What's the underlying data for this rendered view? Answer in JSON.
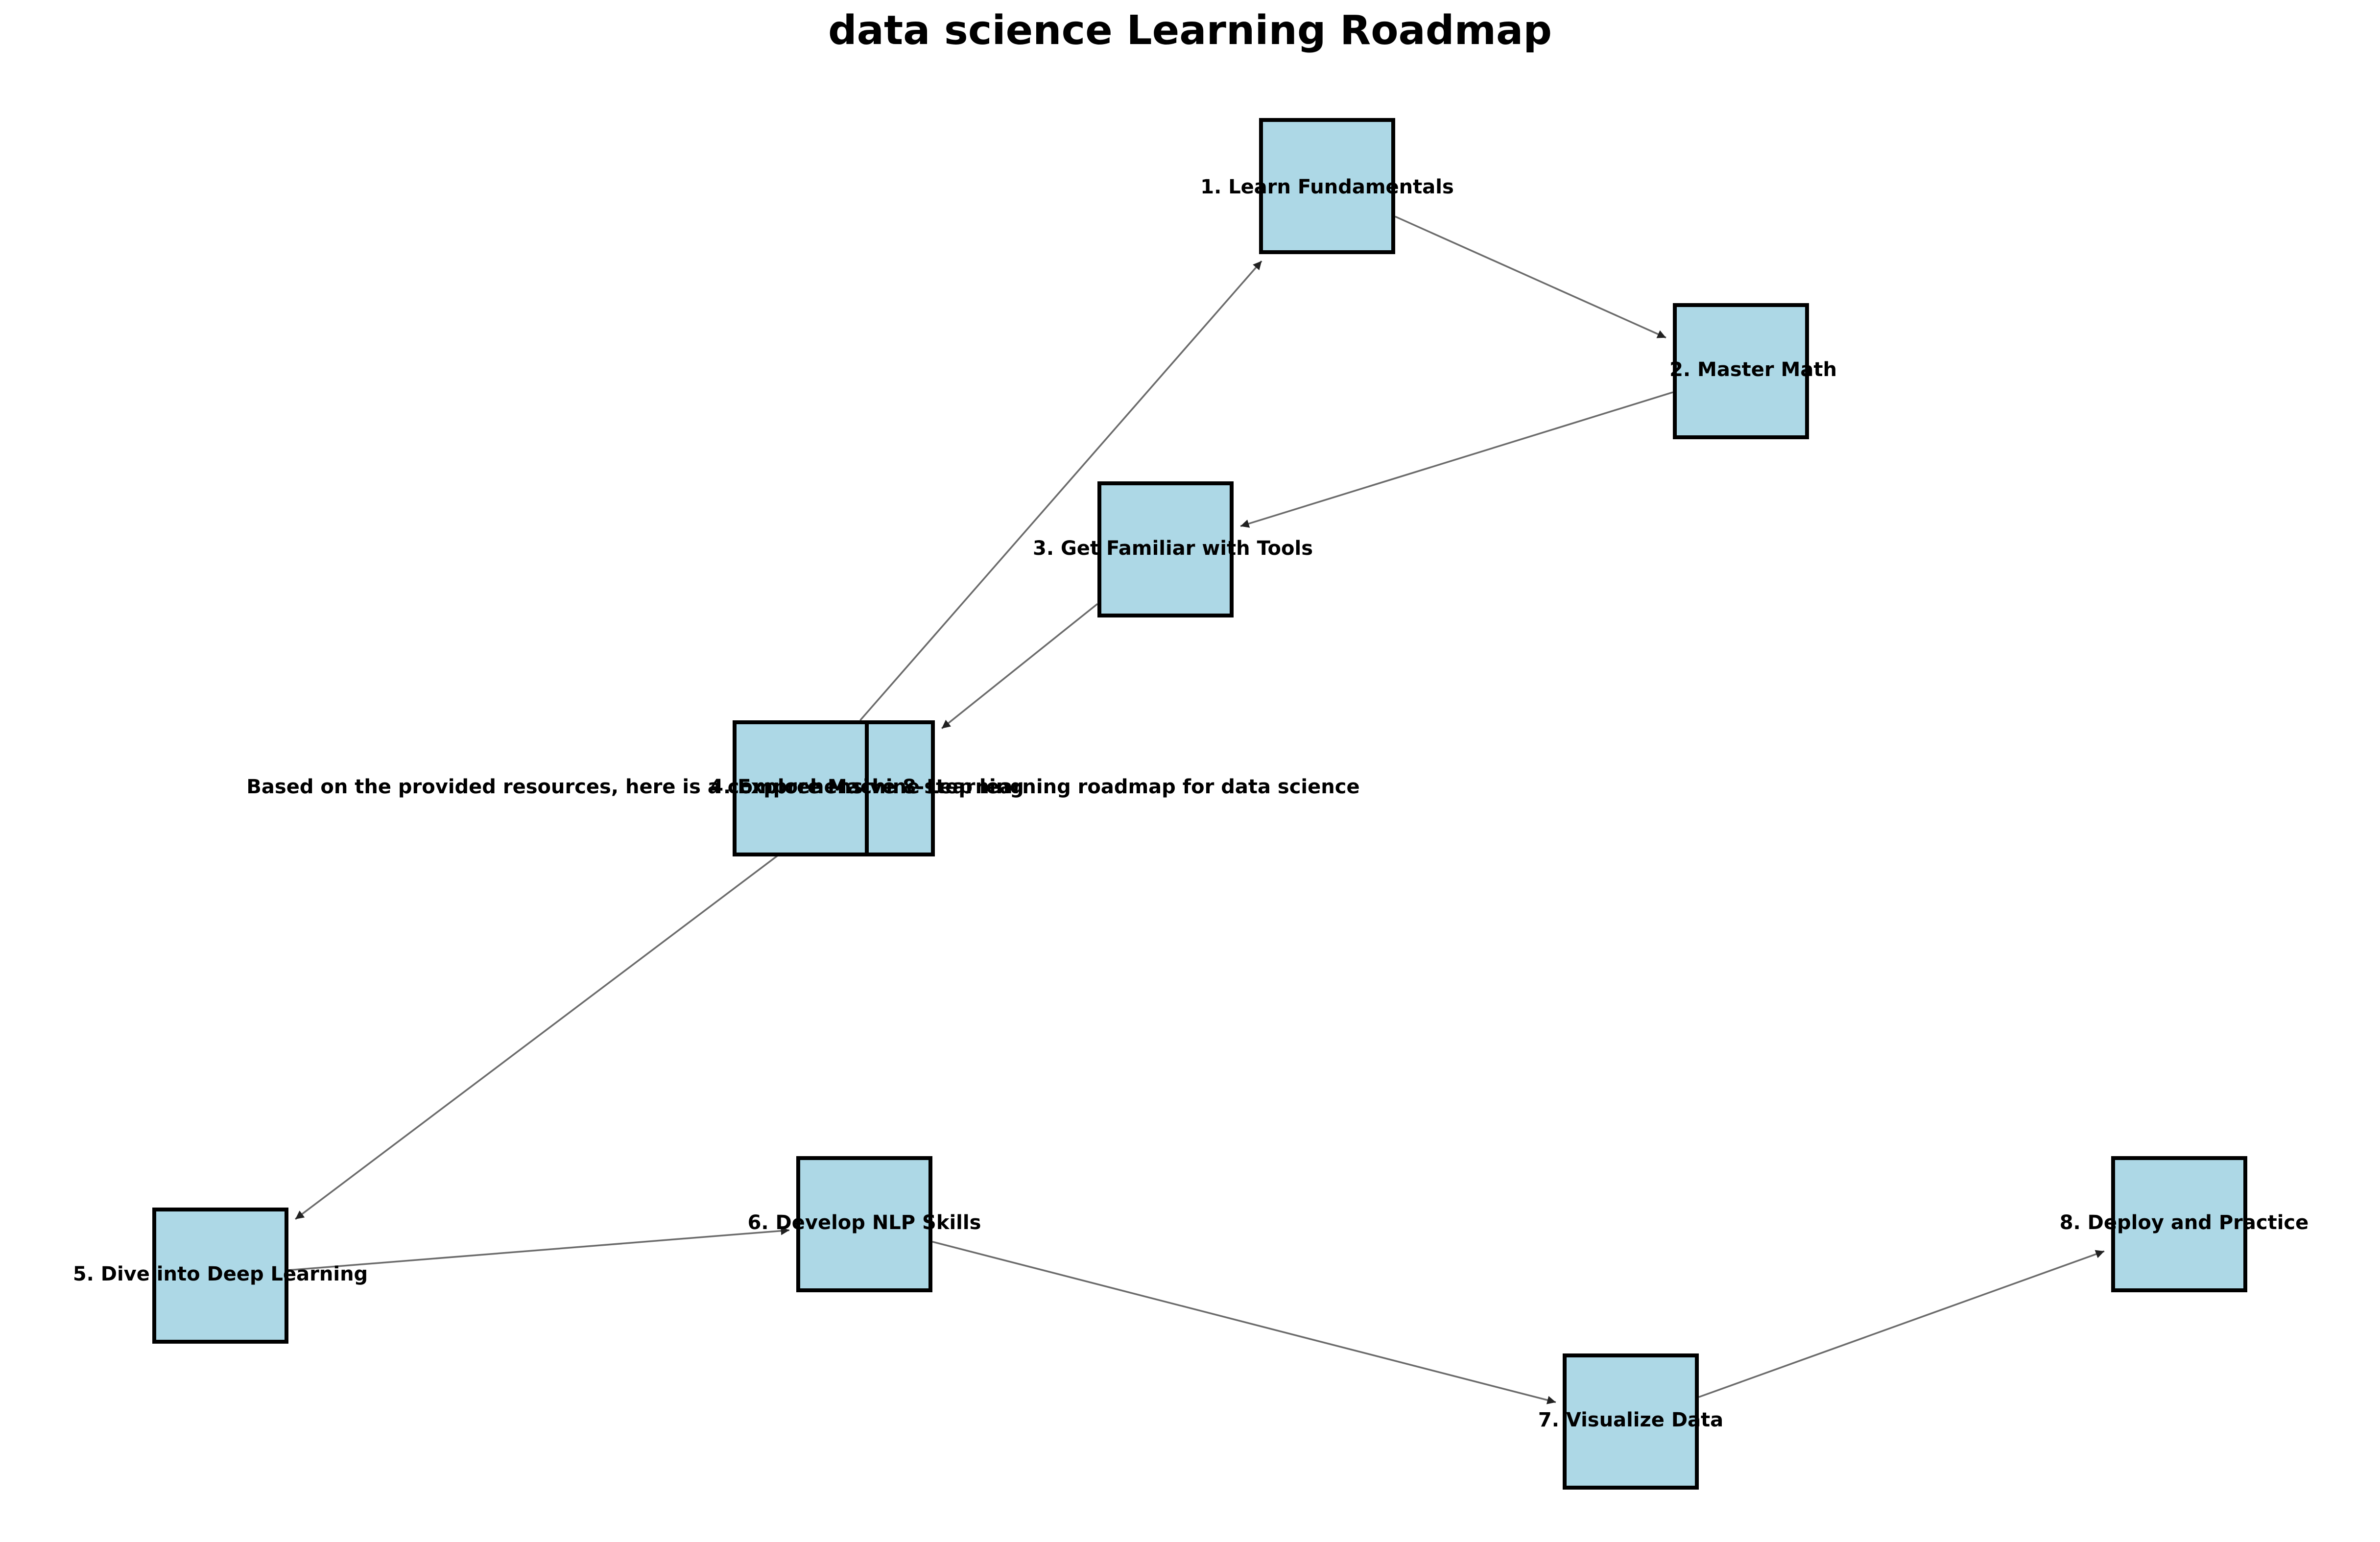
{
  "title": "data science Learning Roadmap",
  "colors": {
    "node_fill": "#add8e6",
    "node_border": "#000000",
    "edge": "#6b6b6b",
    "arrowhead": "#222222"
  },
  "nodes": [
    {
      "id": "intro",
      "label": "Based on the provided resources, here is a comprehensive 8-step learning roadmap for data science"
    },
    {
      "id": "s1",
      "label": "1. Learn Fundamentals"
    },
    {
      "id": "s2",
      "label": "2. Master Math"
    },
    {
      "id": "s3",
      "label": "3. Get Familiar with Tools"
    },
    {
      "id": "s4",
      "label": "4. Explore Machine Learning"
    },
    {
      "id": "s5",
      "label": "5. Dive into Deep Learning"
    },
    {
      "id": "s6",
      "label": "6. Develop NLP Skills"
    },
    {
      "id": "s7",
      "label": "7. Visualize Data"
    },
    {
      "id": "s8",
      "label": "8. Deploy and Practice"
    }
  ],
  "edges": [
    {
      "from": "intro",
      "to": "s1"
    },
    {
      "from": "s1",
      "to": "s2"
    },
    {
      "from": "s2",
      "to": "s3"
    },
    {
      "from": "s3",
      "to": "s4"
    },
    {
      "from": "s4",
      "to": "s5"
    },
    {
      "from": "s5",
      "to": "s6"
    },
    {
      "from": "s6",
      "to": "s7"
    },
    {
      "from": "s7",
      "to": "s8"
    }
  ]
}
